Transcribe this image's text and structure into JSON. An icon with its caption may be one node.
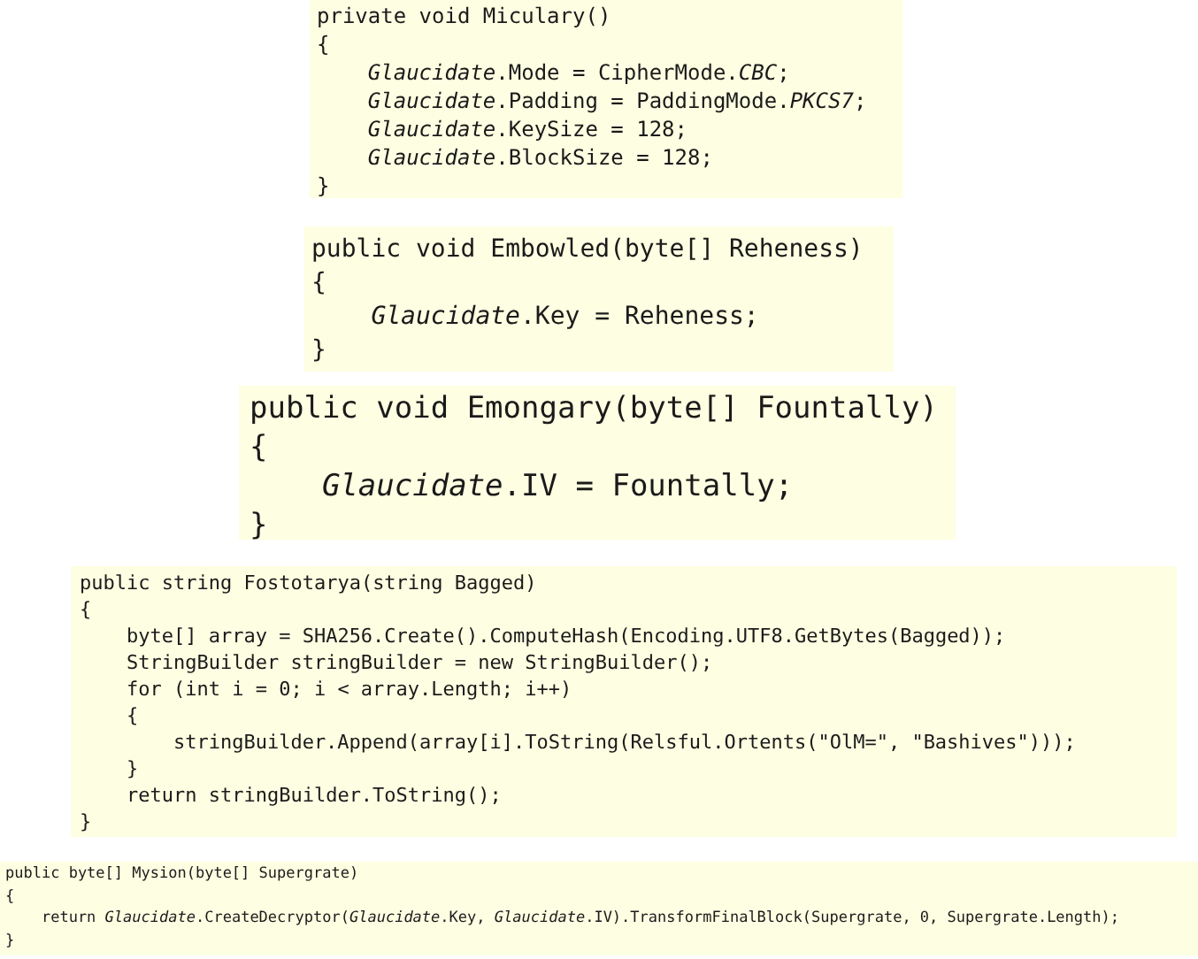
{
  "diagram": {
    "nodes": [
      {
        "text": [
          "private void Miculary()",
          "{",
          "*Glaucidate*.Mode = CipherMode.*CBC*;",
          "*Glaucidate*.Padding = PaddingMode.*PKCS7*;",
          "*Glaucidate*.KeySize = 128;",
          "*Glaucidate*.BlockSize = 128;",
          "}"
        ]
      },
      {
        "text": [
          "public void Embowled(byte[] Reheness)",
          "{",
          "*Glaucidate*.Key = Reheness;",
          "}"
        ]
      },
      {
        "text": [
          "public void Emongary(byte[] Fountally)",
          "{",
          "*Glaucidate*.IV = Fountally;",
          "}"
        ]
      },
      {
        "text": [
          "public string Fostotarya(string Bagged)",
          "{",
          "byte[] array = SHA256.Create().ComputeHash(Encoding.UTF8.GetBytes(Bagged));",
          "StringBuilder stringBuilder = new StringBuilder();",
          "for (int i = 0; i < array.Length; i++)",
          "{",
          "stringBuilder.Append(array[i].ToString(Relsful.Ortents(\"OlM=\", \"Bashives\")));",
          "}",
          "return stringBuilder.ToString();",
          "}"
        ]
      },
      {
        "text": [
          "public byte[] Mysion(byte[] Supergrate)",
          "{",
          "return *Glaucidate*.CreateDecryptor(*Glaucidate*.Key, *Glaucidate*.IV).TransformFinalBlock(Supergrate, 0, Supergrate.Length);",
          "}"
        ]
      }
    ]
  }
}
